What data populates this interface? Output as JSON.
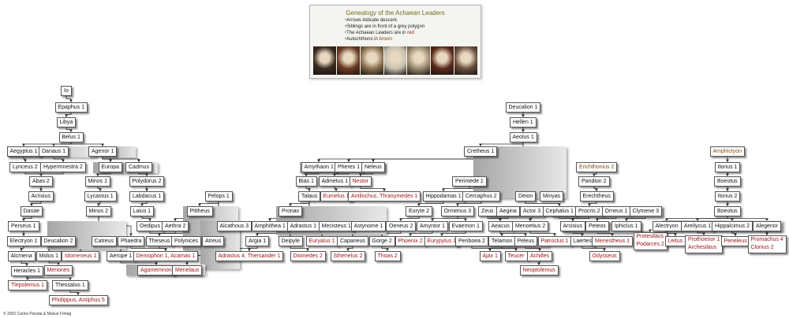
{
  "header": {
    "title": "Genealogy of the Achaean Leaders",
    "legend": [
      {
        "text": "Arrows indicate descent.",
        "hl": "",
        "hlClass": ""
      },
      {
        "text": "Siblings are in front of a grey polygon",
        "hl": "",
        "hlClass": ""
      },
      {
        "text": "The Achaean Leaders are in ",
        "hl": "red",
        "hlClass": "hl-r"
      },
      {
        "text": "Autochthons in ",
        "hl": "brown",
        "hlClass": "hl-b"
      }
    ],
    "portraits": [
      "#3a2a20",
      "#6b3a22",
      "#8a7050",
      "#c8c0b0",
      "#9a8a70",
      "#5a2a1a",
      "#6a5040"
    ]
  },
  "copyright": "© 2002 Carlos Parada & Maicar Förlag",
  "colors": {
    "leader": "#9a1212",
    "autochthon": "#8a4a0c",
    "line": "#333333"
  },
  "nodes": [
    {
      "id": "io",
      "label": "Io"
    },
    {
      "id": "epaphus",
      "label": "Epaphus 1"
    },
    {
      "id": "libya",
      "label": "Libya"
    },
    {
      "id": "belus",
      "label": "Belus 1"
    },
    {
      "id": "aegyptus",
      "label": "Aegyptus 1"
    },
    {
      "id": "danaus",
      "label": "Danaus 1"
    },
    {
      "id": "agenor",
      "label": "Agenor 1"
    },
    {
      "id": "lynceus",
      "label": "Lynceus 2"
    },
    {
      "id": "hypermnestra",
      "label": "Hypermnestra 2"
    },
    {
      "id": "europa",
      "label": "Europa"
    },
    {
      "id": "cadmus",
      "label": "Cadmus"
    },
    {
      "id": "abas",
      "label": "Abas 2"
    },
    {
      "id": "minos1",
      "label": "Minos 1"
    },
    {
      "id": "polydorus",
      "label": "Polydorus 2"
    },
    {
      "id": "acrisius",
      "label": "Acrisius"
    },
    {
      "id": "lycastus",
      "label": "Lycastus 1"
    },
    {
      "id": "labdacus",
      "label": "Labdacus 1"
    },
    {
      "id": "danae",
      "label": "Danae"
    },
    {
      "id": "minos2",
      "label": "Minos 2"
    },
    {
      "id": "laius",
      "label": "Laius 1"
    },
    {
      "id": "perseus",
      "label": "Perseus 1"
    },
    {
      "id": "oedipus",
      "label": "Oedipus"
    },
    {
      "id": "electryon",
      "label": "Electryon 1"
    },
    {
      "id": "deucalion2",
      "label": "Deucalion 2"
    },
    {
      "id": "catreus",
      "label": "Catreus"
    },
    {
      "id": "phaedra",
      "label": "Phaedra"
    },
    {
      "id": "alcmena",
      "label": "Alcmena"
    },
    {
      "id": "molus",
      "label": "Molus 1"
    },
    {
      "id": "idomeneus",
      "label": "Idomeneus 1",
      "type": "leader"
    },
    {
      "id": "aerope",
      "label": "Aerope 1"
    },
    {
      "id": "heracles",
      "label": "Heracles 1"
    },
    {
      "id": "meriones",
      "label": "Meriones",
      "type": "leader"
    },
    {
      "id": "tlepolemus",
      "label": "Tlepolemus 1",
      "type": "leader"
    },
    {
      "id": "thessalus",
      "label": "Thessalus 1"
    },
    {
      "id": "phidippus",
      "label": "Phidippus, Antiphus 5",
      "type": "leader"
    },
    {
      "id": "pelops",
      "label": "Pelops 1"
    },
    {
      "id": "pittheus",
      "label": "Pittheus"
    },
    {
      "id": "aethra",
      "label": "Aethra 2"
    },
    {
      "id": "alcathous",
      "label": "Alcathous 3"
    },
    {
      "id": "theseus",
      "label": "Theseus"
    },
    {
      "id": "polynices",
      "label": "Polynices"
    },
    {
      "id": "atreus",
      "label": "Atreus"
    },
    {
      "id": "demophon",
      "label": "Demophon 1, Acamas 1",
      "type": "leader"
    },
    {
      "id": "adrastus4",
      "label": "Adrastus 4, Thersander 1",
      "type": "leader"
    },
    {
      "id": "agamemnon",
      "label": "Agamemnon",
      "type": "leader"
    },
    {
      "id": "menelaus",
      "label": "Menelaus",
      "type": "leader"
    },
    {
      "id": "amythaon",
      "label": "Amythaon 1"
    },
    {
      "id": "pheres",
      "label": "Pheres 1"
    },
    {
      "id": "neleus",
      "label": "Neleus"
    },
    {
      "id": "bias",
      "label": "Bias 1"
    },
    {
      "id": "admetus",
      "label": "Admetus 1"
    },
    {
      "id": "nestor",
      "label": "Nestor",
      "type": "leader"
    },
    {
      "id": "talaus",
      "label": "Talaus"
    },
    {
      "id": "eumelus",
      "label": "Eumelus 1",
      "type": "leader"
    },
    {
      "id": "antilochus",
      "label": "Antilochus, Thrasymedes 1",
      "type": "leader"
    },
    {
      "id": "pronax",
      "label": "Pronax"
    },
    {
      "id": "amphithea",
      "label": "Amphithea 1"
    },
    {
      "id": "adrastus1",
      "label": "Adrastus 1"
    },
    {
      "id": "mecisteus",
      "label": "Mecisteus 1"
    },
    {
      "id": "astynome",
      "label": "Astynome 1"
    },
    {
      "id": "argia",
      "label": "Argia 1"
    },
    {
      "id": "deipyle",
      "label": "Deipyle"
    },
    {
      "id": "euryalus",
      "label": "Euryalus 1",
      "type": "leader"
    },
    {
      "id": "capaneus",
      "label": "Capaneus"
    },
    {
      "id": "diomedes",
      "label": "Diomedes 2",
      "type": "leader"
    },
    {
      "id": "sthenelus",
      "label": "Sthenelus 2",
      "type": "leader"
    },
    {
      "id": "cretheus",
      "label": "Cretheus 1"
    },
    {
      "id": "perimede",
      "label": "Perimede 1"
    },
    {
      "id": "hippodamas",
      "label": "Hippodamas 1"
    },
    {
      "id": "cercaphus",
      "label": "Cercaphus 2"
    },
    {
      "id": "eurytel",
      "label": "Euryte 2"
    },
    {
      "id": "ormenus",
      "label": "Ormenus 3"
    },
    {
      "id": "oeneus",
      "label": "Oeneus 2"
    },
    {
      "id": "amyntor",
      "label": "Amyntor 1"
    },
    {
      "id": "evaemon",
      "label": "Evaemon 1"
    },
    {
      "id": "gorge",
      "label": "Gorge 2"
    },
    {
      "id": "phoenix",
      "label": "Phoenix 2",
      "type": "leader"
    },
    {
      "id": "eurypylus",
      "label": "Eurypylus 1",
      "type": "leader"
    },
    {
      "id": "periboea",
      "label": "Periboea 2"
    },
    {
      "id": "thoas",
      "label": "Thoas 2",
      "type": "leader"
    },
    {
      "id": "deucalion1",
      "label": "Deucalion 1"
    },
    {
      "id": "hellen",
      "label": "Hellen 1"
    },
    {
      "id": "aeolus",
      "label": "Aeolus 1"
    },
    {
      "id": "deion",
      "label": "Deion"
    },
    {
      "id": "minyas",
      "label": "Minyas"
    },
    {
      "id": "zeus",
      "label": "Zeus"
    },
    {
      "id": "aegina",
      "label": "Aegina"
    },
    {
      "id": "actor",
      "label": "Actor 3"
    },
    {
      "id": "aeacus",
      "label": "Aeacus"
    },
    {
      "id": "menoetius",
      "label": "Menoetius 2"
    },
    {
      "id": "telamon",
      "label": "Telamon"
    },
    {
      "id": "peleus",
      "label": "Peleus"
    },
    {
      "id": "patroclus",
      "label": "Patroclus 1",
      "type": "leader"
    },
    {
      "id": "ajax",
      "label": "Ajax 1",
      "type": "leader"
    },
    {
      "id": "teucer",
      "label": "Teucer",
      "type": "leader"
    },
    {
      "id": "achilles",
      "label": "Achilles",
      "type": "leader"
    },
    {
      "id": "neoptolemus",
      "label": "Neoptolemus",
      "type": "leader"
    },
    {
      "id": "cephalus",
      "label": "Cephalus 1"
    },
    {
      "id": "procris",
      "label": "Procris 2"
    },
    {
      "id": "orneus",
      "label": "Orneus 1"
    },
    {
      "id": "clymene",
      "label": "Clymene 3"
    },
    {
      "id": "arcisius",
      "label": "Arcisius"
    },
    {
      "id": "peteos",
      "label": "Peteos"
    },
    {
      "id": "iphiclus",
      "label": "Iphiclus 1"
    },
    {
      "id": "laertes",
      "label": "Laertes"
    },
    {
      "id": "menestheus",
      "label": "Menestheus 1",
      "type": "leader"
    },
    {
      "id": "protesilaus",
      "label": "Protesilaus",
      "label2": "Podarces 2",
      "type": "leader"
    },
    {
      "id": "odysseus",
      "label": "Odysseus",
      "type": "leader"
    },
    {
      "id": "erichthonius",
      "label": "Erichthonius 2",
      "type": "auto"
    },
    {
      "id": "pandion",
      "label": "Pandion 2"
    },
    {
      "id": "erechtheus",
      "label": "Erechtheus"
    },
    {
      "id": "amphictyon",
      "label": "Amphictyon",
      "type": "auto"
    },
    {
      "id": "itonus1",
      "label": "Itonus 1"
    },
    {
      "id": "boeotus1",
      "label": "Boeotus"
    },
    {
      "id": "itonus2",
      "label": "Itonus 2"
    },
    {
      "id": "boeotus2",
      "label": "Boeotus"
    },
    {
      "id": "alectryon",
      "label": "Alectryon"
    },
    {
      "id": "areilycus",
      "label": "Areilycus 1"
    },
    {
      "id": "hippalcimus",
      "label": "Hippalcimus 2"
    },
    {
      "id": "alegenor",
      "label": "Alegenor"
    },
    {
      "id": "leitus",
      "label": "Leitus",
      "type": "leader"
    },
    {
      "id": "prothoenor",
      "label": "Prothoenor 1",
      "label2": "Archesilaus",
      "type": "leader"
    },
    {
      "id": "peneleus",
      "label": "Peneleus",
      "type": "leader"
    },
    {
      "id": "promachus",
      "label": "Promachus 4",
      "label2": "Clonius 2",
      "type": "leader"
    }
  ]
}
